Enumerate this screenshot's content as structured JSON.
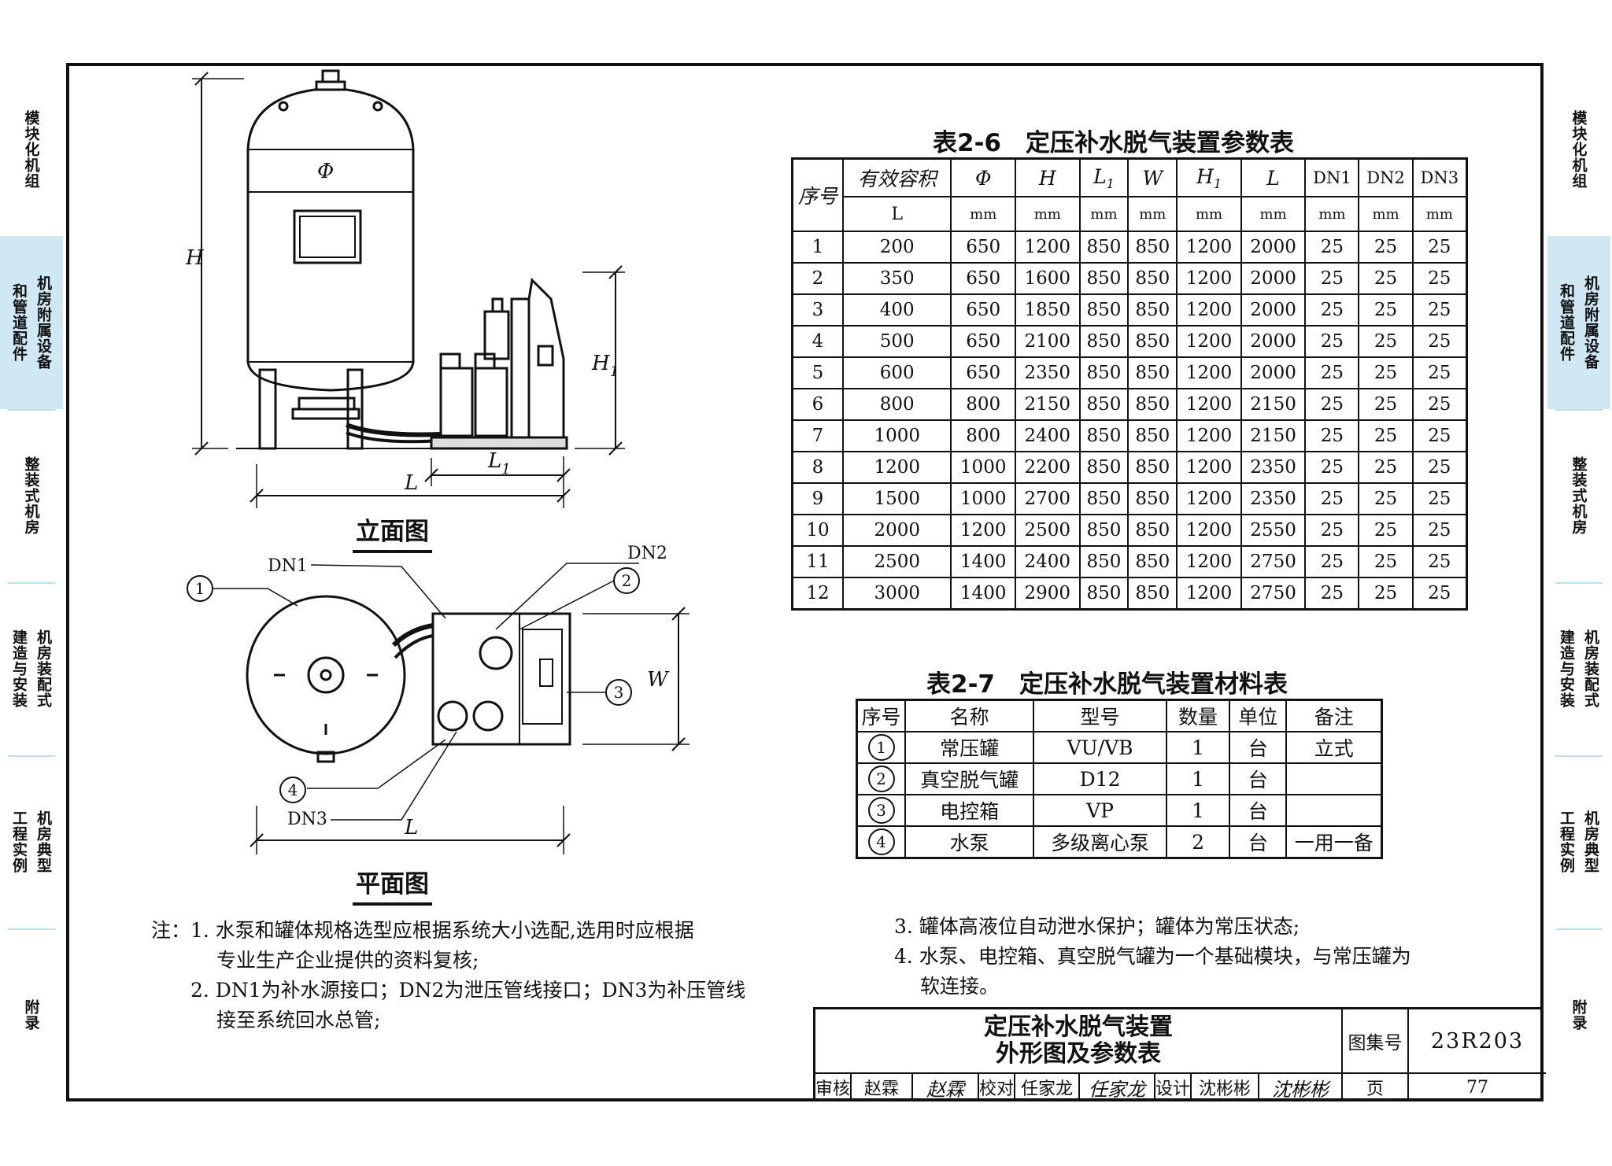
{
  "side_tabs": {
    "left": [
      {
        "lines": [
          "模块化机组"
        ],
        "active": false
      },
      {
        "lines": [
          "机房附属设备",
          "和管道配件"
        ],
        "active": true
      },
      {
        "lines": [
          "整装式机房"
        ],
        "active": false
      },
      {
        "lines": [
          "机房装配式",
          "建造与安装"
        ],
        "active": false
      },
      {
        "lines": [
          "机房典型",
          "工程实例"
        ],
        "active": false
      },
      {
        "lines": [
          "附录"
        ],
        "active": false
      }
    ],
    "right": [
      {
        "lines": [
          "模块化机组"
        ],
        "active": false
      },
      {
        "lines": [
          "机房附属设备",
          "和管道配件"
        ],
        "active": true
      },
      {
        "lines": [
          "整装式机房"
        ],
        "active": false
      },
      {
        "lines": [
          "机房装配式",
          "建造与安装"
        ],
        "active": false
      },
      {
        "lines": [
          "机房典型",
          "工程实例"
        ],
        "active": false
      },
      {
        "lines": [
          "附录"
        ],
        "active": false
      }
    ],
    "active_color": "#cfe8f3"
  },
  "drawing": {
    "elevation_caption": "立面图",
    "plan_caption": "平面图",
    "labels": {
      "phi": "Φ",
      "H": "H",
      "H1": "H",
      "H1_sub": "1",
      "L": "L",
      "L1": "L",
      "L1_sub": "1",
      "W": "W",
      "DN1": "DN1",
      "DN2": "DN2",
      "DN3": "DN3",
      "L_plan": "L"
    },
    "callouts": [
      "1",
      "2",
      "3",
      "4"
    ]
  },
  "table26": {
    "title": "表2-6　定压补水脱气装置参数表",
    "seq_header": "序号",
    "headers": [
      {
        "name": "有效容积",
        "unit": "L"
      },
      {
        "name": "Φ",
        "unit": "mm"
      },
      {
        "name": "H",
        "unit": "mm"
      },
      {
        "name": "L",
        "sub": "1",
        "unit": "mm"
      },
      {
        "name": "W",
        "unit": "mm"
      },
      {
        "name": "H",
        "sub": "1",
        "unit": "mm"
      },
      {
        "name": "L",
        "unit": "mm"
      },
      {
        "name": "DN1",
        "unit": "mm"
      },
      {
        "name": "DN2",
        "unit": "mm"
      },
      {
        "name": "DN3",
        "unit": "mm"
      }
    ],
    "rows": [
      [
        "1",
        "200",
        "650",
        "1200",
        "850",
        "850",
        "1200",
        "2000",
        "25",
        "25",
        "25"
      ],
      [
        "2",
        "350",
        "650",
        "1600",
        "850",
        "850",
        "1200",
        "2000",
        "25",
        "25",
        "25"
      ],
      [
        "3",
        "400",
        "650",
        "1850",
        "850",
        "850",
        "1200",
        "2000",
        "25",
        "25",
        "25"
      ],
      [
        "4",
        "500",
        "650",
        "2100",
        "850",
        "850",
        "1200",
        "2000",
        "25",
        "25",
        "25"
      ],
      [
        "5",
        "600",
        "650",
        "2350",
        "850",
        "850",
        "1200",
        "2000",
        "25",
        "25",
        "25"
      ],
      [
        "6",
        "800",
        "800",
        "2150",
        "850",
        "850",
        "1200",
        "2150",
        "25",
        "25",
        "25"
      ],
      [
        "7",
        "1000",
        "800",
        "2400",
        "850",
        "850",
        "1200",
        "2150",
        "25",
        "25",
        "25"
      ],
      [
        "8",
        "1200",
        "1000",
        "2200",
        "850",
        "850",
        "1200",
        "2350",
        "25",
        "25",
        "25"
      ],
      [
        "9",
        "1500",
        "1000",
        "2700",
        "850",
        "850",
        "1200",
        "2350",
        "25",
        "25",
        "25"
      ],
      [
        "10",
        "2000",
        "1200",
        "2500",
        "850",
        "850",
        "1200",
        "2550",
        "25",
        "25",
        "25"
      ],
      [
        "11",
        "2500",
        "1400",
        "2400",
        "850",
        "850",
        "1200",
        "2750",
        "25",
        "25",
        "25"
      ],
      [
        "12",
        "3000",
        "1400",
        "2900",
        "850",
        "850",
        "1200",
        "2750",
        "25",
        "25",
        "25"
      ]
    ]
  },
  "table27": {
    "title": "表2-7　定压补水脱气装置材料表",
    "headers": [
      "序号",
      "名称",
      "型号",
      "数量",
      "单位",
      "备注"
    ],
    "rows": [
      [
        "1",
        "常压罐",
        "VU/VB",
        "1",
        "台",
        "立式"
      ],
      [
        "2",
        "真空脱气罐",
        "D12",
        "1",
        "台",
        ""
      ],
      [
        "3",
        "电控箱",
        "VP",
        "1",
        "台",
        ""
      ],
      [
        "4",
        "水泵",
        "多级离心泵",
        "2",
        "台",
        "一用一备"
      ]
    ]
  },
  "notes": {
    "left": [
      "注：1. 水泵和罐体规格选型应根据系统大小选配,选用时应根据",
      "　　　 专业生产企业提供的资料复核;",
      "　　2. DN1为补水源接口；DN2为泄压管线接口；DN3为补压管线",
      "　　　 接至系统回水总管;"
    ],
    "right": [
      "3. 罐体高液位自动泄水保护；罐体为常压状态;",
      "4. 水泵、电控箱、真空脱气罐为一个基础模块，与常压罐为",
      "　 软连接。"
    ]
  },
  "title_block": {
    "name_line1": "定压补水脱气装置",
    "name_line2": "外形图及参数表",
    "atlas_label": "图集号",
    "atlas_number": "23R203",
    "review_label": "审核",
    "review_name": "赵霖",
    "review_sig": "赵霖",
    "check_label": "校对",
    "check_name": "任家龙",
    "check_sig": "任家龙",
    "design_label": "设计",
    "design_name": "沈彬彬",
    "design_sig": "沈彬彬",
    "page_label": "页",
    "page_number": "77"
  }
}
